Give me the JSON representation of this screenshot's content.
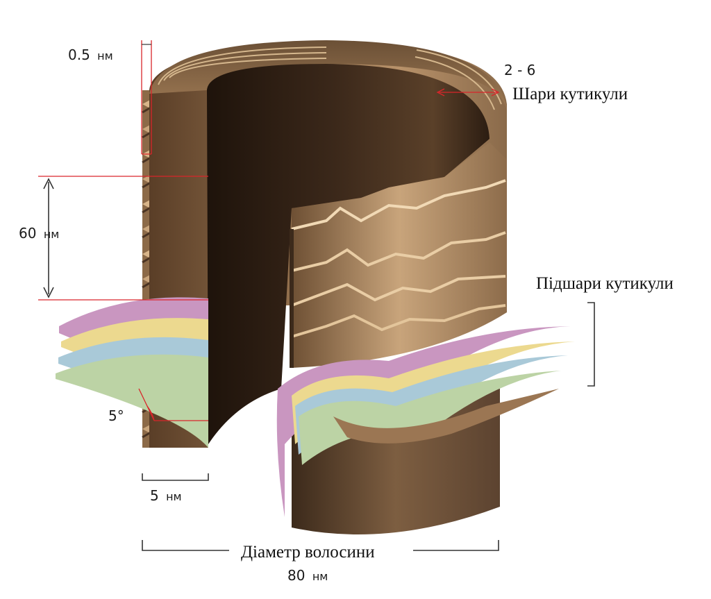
{
  "labels": {
    "scale_thickness": "0.5",
    "scale_thickness_unit": "нм",
    "scale_spacing": "60",
    "scale_spacing_unit": "нм",
    "scale_angle": "5°",
    "scale_width": "5",
    "scale_width_unit": "нм",
    "cuticle_layers_count": "2 - 6",
    "cuticle_layers": "Шари кутикули",
    "cuticle_sublayers": "Підшари кутикули",
    "hair_diameter": "Діаметр волосини",
    "hair_diameter_value": "80",
    "hair_diameter_unit": "нм"
  },
  "colors": {
    "shell_light": "#b08a62",
    "shell_dark": "#3a2718",
    "inner_dark": "#24160d",
    "sublayer_purple": "#c996c0",
    "sublayer_yellow": "#ecd98f",
    "sublayer_blue": "#a9c9d8",
    "sublayer_green": "#bcd3a5",
    "dimension_red": "#d9252a"
  }
}
